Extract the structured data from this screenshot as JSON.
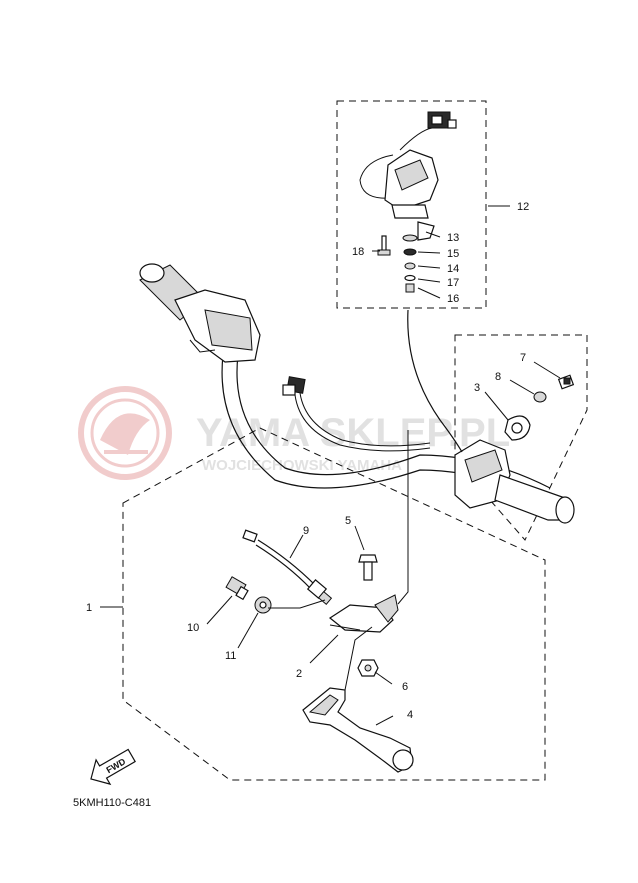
{
  "watermark": {
    "brand": "YAMA SKLEP.PL",
    "subtitle": "WOJCIECHOWSKI   YAMAHA"
  },
  "diagram_code": "5KMH110-C481",
  "fwd_label": "FWD",
  "callouts": {
    "c1": "1",
    "c2": "2",
    "c3": "3",
    "c4": "4",
    "c5": "5",
    "c6": "6",
    "c7": "7",
    "c8": "8",
    "c9": "9",
    "c10": "10",
    "c11": "11",
    "c12": "12",
    "c13": "13",
    "c14": "14",
    "c15": "15",
    "c16": "16",
    "c17": "17",
    "c18": "18"
  }
}
